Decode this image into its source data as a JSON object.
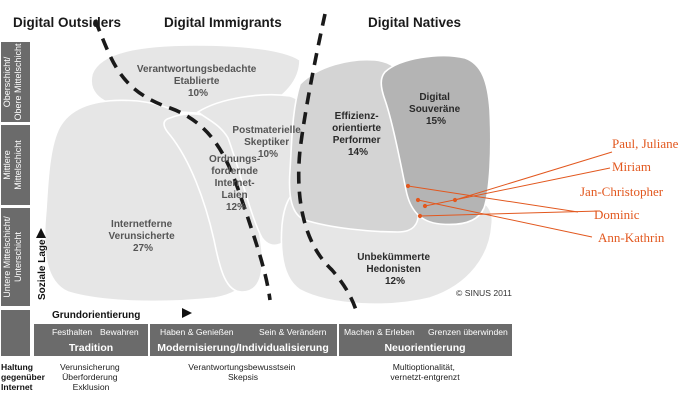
{
  "headers": {
    "outsiders": "Digital Outsiders",
    "immigrants": "Digital Immigrants",
    "natives": "Digital Natives"
  },
  "segments": {
    "verantwortungsbedachte": [
      "Verantwortungsbedachte",
      "Etablierte",
      "10%"
    ],
    "postmaterielle": [
      "Postmaterielle",
      "Skeptiker",
      "10%"
    ],
    "ordnungsfordernde": [
      "Ordnungs-",
      "fordernde",
      "Internet-",
      "Laien",
      "12%"
    ],
    "internetferne": [
      "Internetferne",
      "Verunsicherte",
      "27%"
    ],
    "effizienz": [
      "Effizienz-",
      "orientierte",
      "Performer",
      "14%"
    ],
    "digital_souveraene": [
      "Digital",
      "Souveräne",
      "15%"
    ],
    "unbekuemmerte": [
      "Unbekümmerte",
      "Hedonisten",
      "12%"
    ]
  },
  "y_axis": {
    "labels": [
      [
        "Oberschicht/",
        "Obere Mittelschicht"
      ],
      [
        "Mittlere",
        "Mittelschicht"
      ],
      [
        "Untere Mittelschicht/",
        "Unterschicht"
      ]
    ],
    "title": "Soziale Lage"
  },
  "x_axis": {
    "title": "Grundorientierung",
    "groups": [
      {
        "items": [
          "Festhalten",
          "Bewahren"
        ],
        "title": "Tradition"
      },
      {
        "items": [
          "Haben & Genießen",
          "Sein & Verändern"
        ],
        "title": "Modernisierung/Individualisierung"
      },
      {
        "items": [
          "Machen & Erleben",
          "Grenzen überwinden"
        ],
        "title": "Neuorientierung"
      }
    ]
  },
  "footer": {
    "heading": [
      "Haltung",
      "gegenüber",
      "Internet"
    ],
    "notes": [
      [
        "Verunsicherung",
        "Überforderung",
        "Exklusion"
      ],
      [
        "Verantwortungsbewusstsein",
        "Skepsis"
      ],
      [
        "Multioptionalität,",
        "vernetzt-entgrenzt"
      ]
    ]
  },
  "copyright": "© SINUS 2011",
  "people": [
    "Paul, Juliane",
    "Miriam",
    "Jan-Christopher",
    "Dominic",
    "Ann-Kathrin"
  ],
  "colors": {
    "blob_light": "#e6e6e6",
    "blob_mid": "#d4d4d4",
    "blob_dark": "#b4b4b4",
    "bar": "#6b6b6b",
    "annotation": "#e2581f"
  }
}
